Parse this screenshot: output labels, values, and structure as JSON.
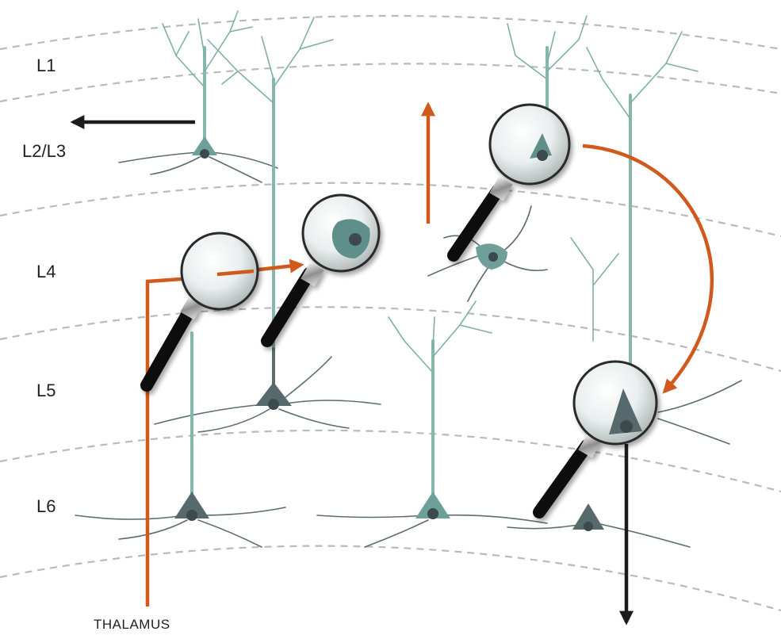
{
  "layers": {
    "l1": "L1",
    "l2l3": "L2/L3",
    "l4": "L4",
    "l5": "L5",
    "l6": "L6"
  },
  "input_source": "THALAMUS",
  "colors": {
    "pathway": "#cf5a1c",
    "output": "#1c1c1c",
    "neuron_light": "#7fb0a6",
    "neuron_dark": "#5b6d70",
    "boundary": "#b5bcbb"
  },
  "icons": [
    "magnifying-glass-icon",
    "arrow-icon"
  ]
}
